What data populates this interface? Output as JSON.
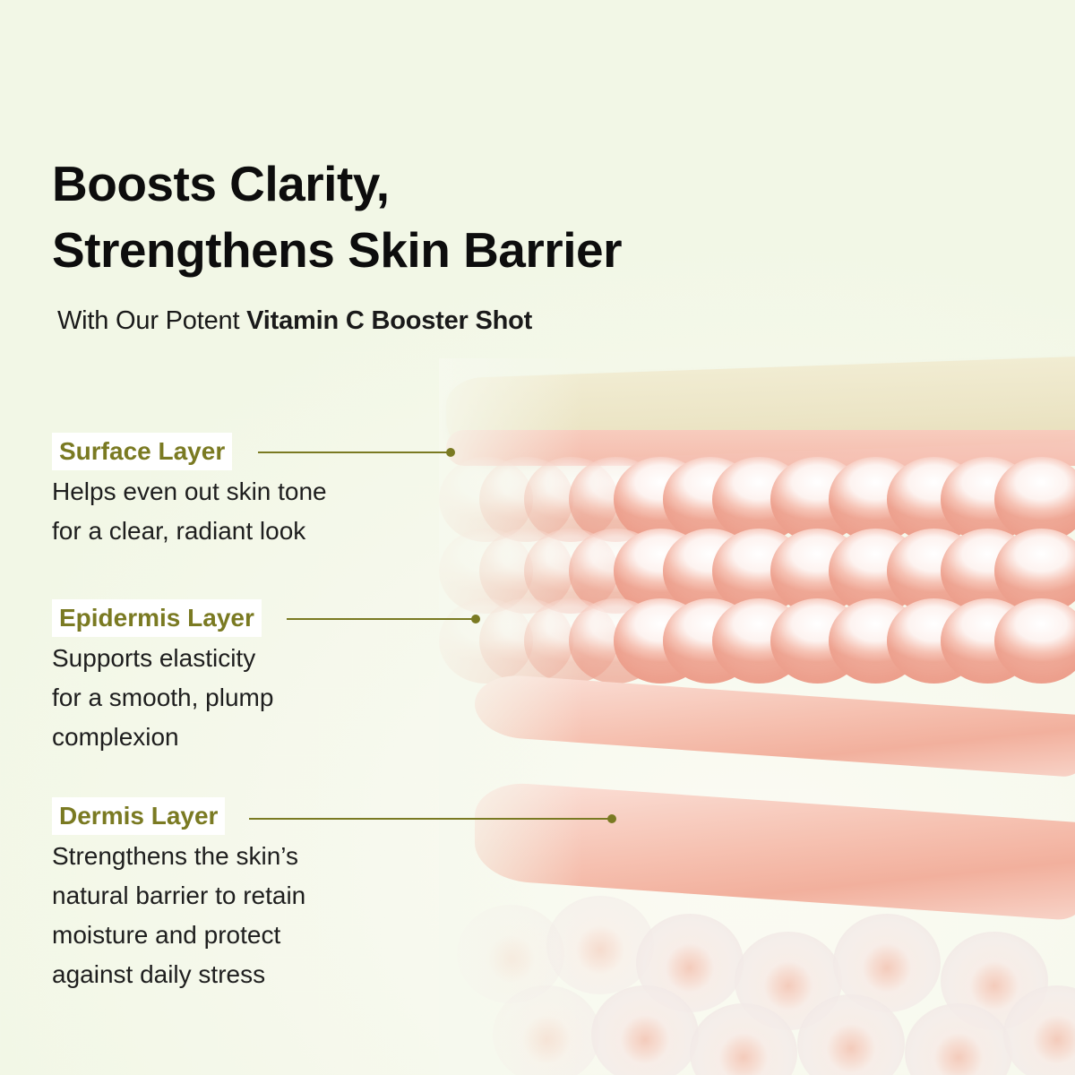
{
  "headline": {
    "line1": "Boosts Clarity,",
    "line2": "Strengthens Skin Barrier"
  },
  "subheadline": {
    "prefix": "With Our Potent",
    "product": "Vitamin C Booster Shot"
  },
  "layers": [
    {
      "label": "Surface Layer",
      "description": [
        "Helps even out skin tone",
        "for a clear, radiant look"
      ]
    },
    {
      "label": "Epidermis Layer",
      "description": [
        "Supports elasticity",
        "for a smooth, plump",
        "complexion"
      ]
    },
    {
      "label": "Dermis Layer",
      "description": [
        "Strengthens the skin’s",
        "natural barrier to retain",
        "moisture and protect",
        "against daily stress"
      ]
    }
  ],
  "colors": {
    "accent": "#7a7a22",
    "background": "#f4f8ea",
    "headline": "#0d0d0d",
    "skin_pink": "#f5b8aa",
    "surface_cream": "#ece5c6"
  }
}
